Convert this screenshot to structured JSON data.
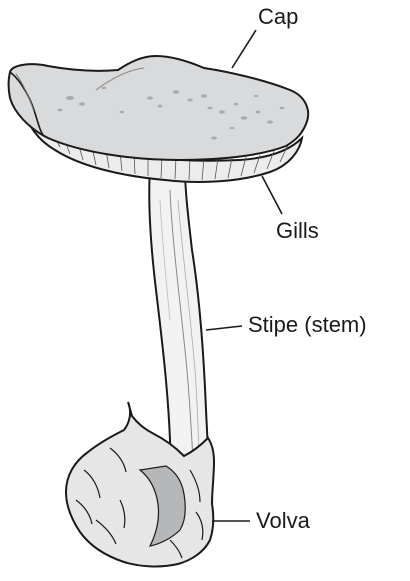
{
  "labels": {
    "cap": "Cap",
    "gills": "Gills",
    "stipe": "Stipe (stem)",
    "volva": "Volva"
  },
  "colors": {
    "outline": "#1a1a1a",
    "cap_fill": "#d8dadb",
    "gills_fill": "#ececec",
    "stipe_fill": "#f2f2f2",
    "volva_fill": "#e6e6e6",
    "volva_shadow": "#b5b7b9",
    "spot_fill": "#a9abad"
  }
}
